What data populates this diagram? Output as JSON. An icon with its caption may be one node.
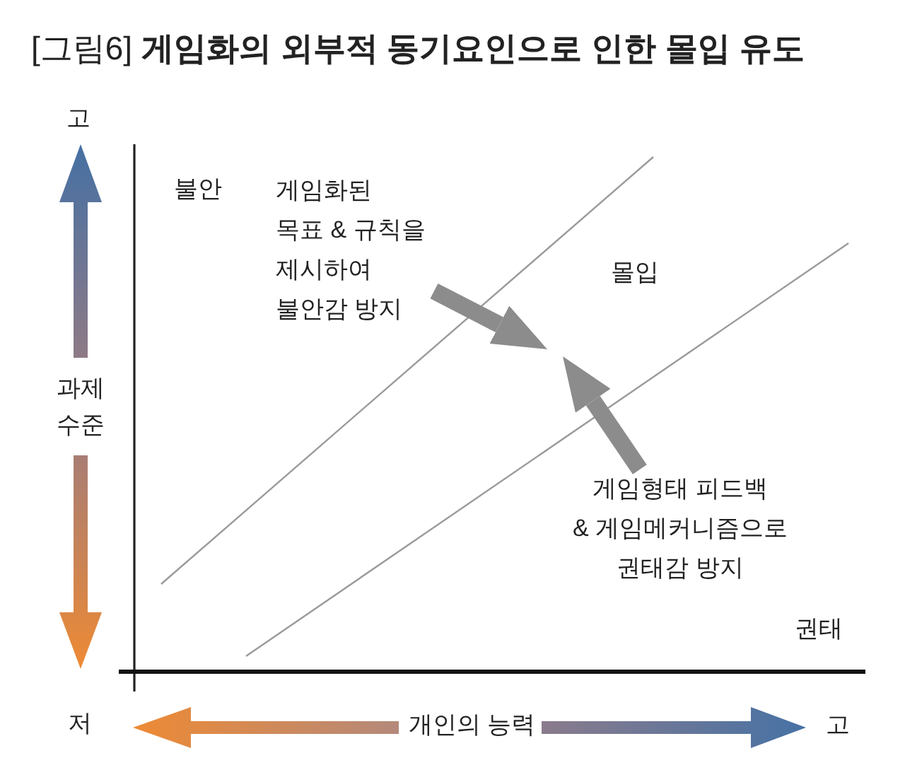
{
  "diagram": {
    "title": "[그림6] **게임화의 외부적 동기요인으로 인한 몰입 유도**",
    "nodes": [
      {
        "text": [
          "게임화된 목표 & 규칙을 제시하여 불안감 방지"
        ]
      },
      {
        "text": [
          "게임형태 피드백 & 게임메커니즘으로 권태감 방지"
        ]
      }
    ],
    "edges": [
      {
        "from": 0,
        "to": null,
        "arrow": "to"
      },
      {
        "from": 1,
        "to": null,
        "arrow": "to"
      }
    ],
    "labels": [
      "고",
      "불안",
      "몰입",
      "과제 수준",
      "권태",
      "저",
      "개인의 능력",
      "고"
    ]
  }
}
